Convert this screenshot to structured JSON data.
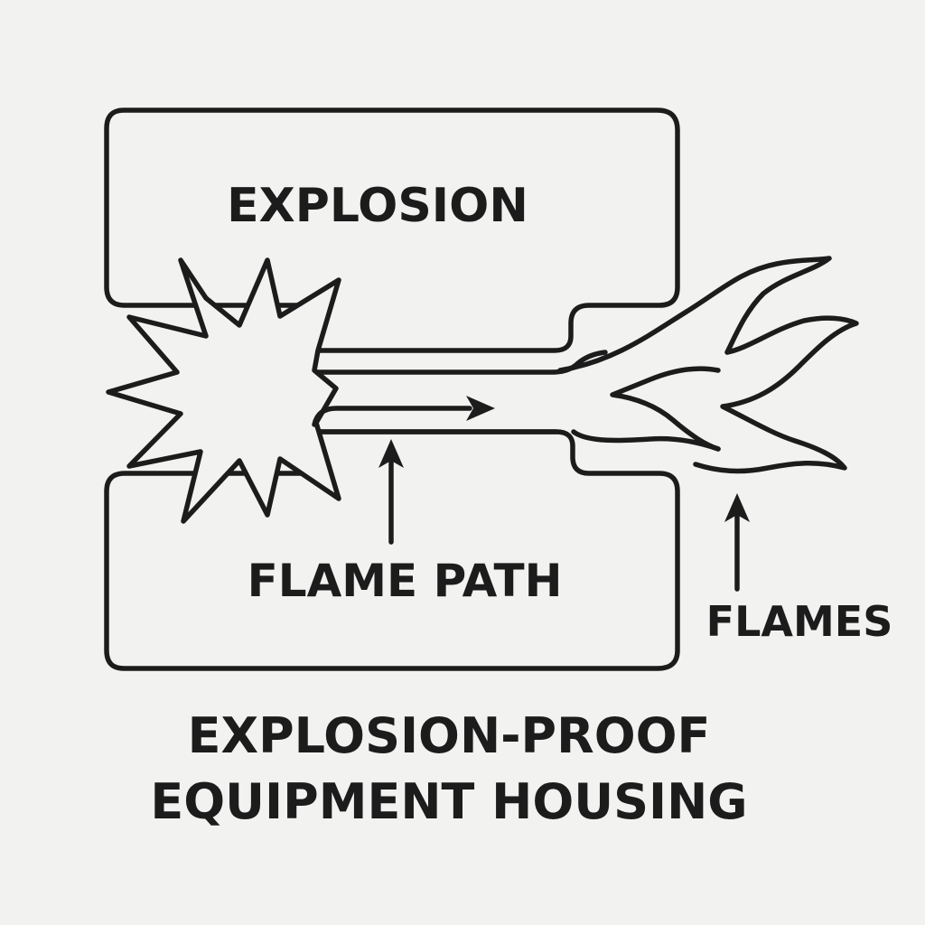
{
  "labels": {
    "explosion": "EXPLOSION",
    "flame_path": "FLAME PATH",
    "flames": "FLAMES"
  },
  "caption": {
    "line1": "EXPLOSION-PROOF",
    "line2": "EQUIPMENT HOUSING"
  },
  "colors": {
    "ink": "#1c1c1c",
    "background": "#f2f2f0"
  }
}
